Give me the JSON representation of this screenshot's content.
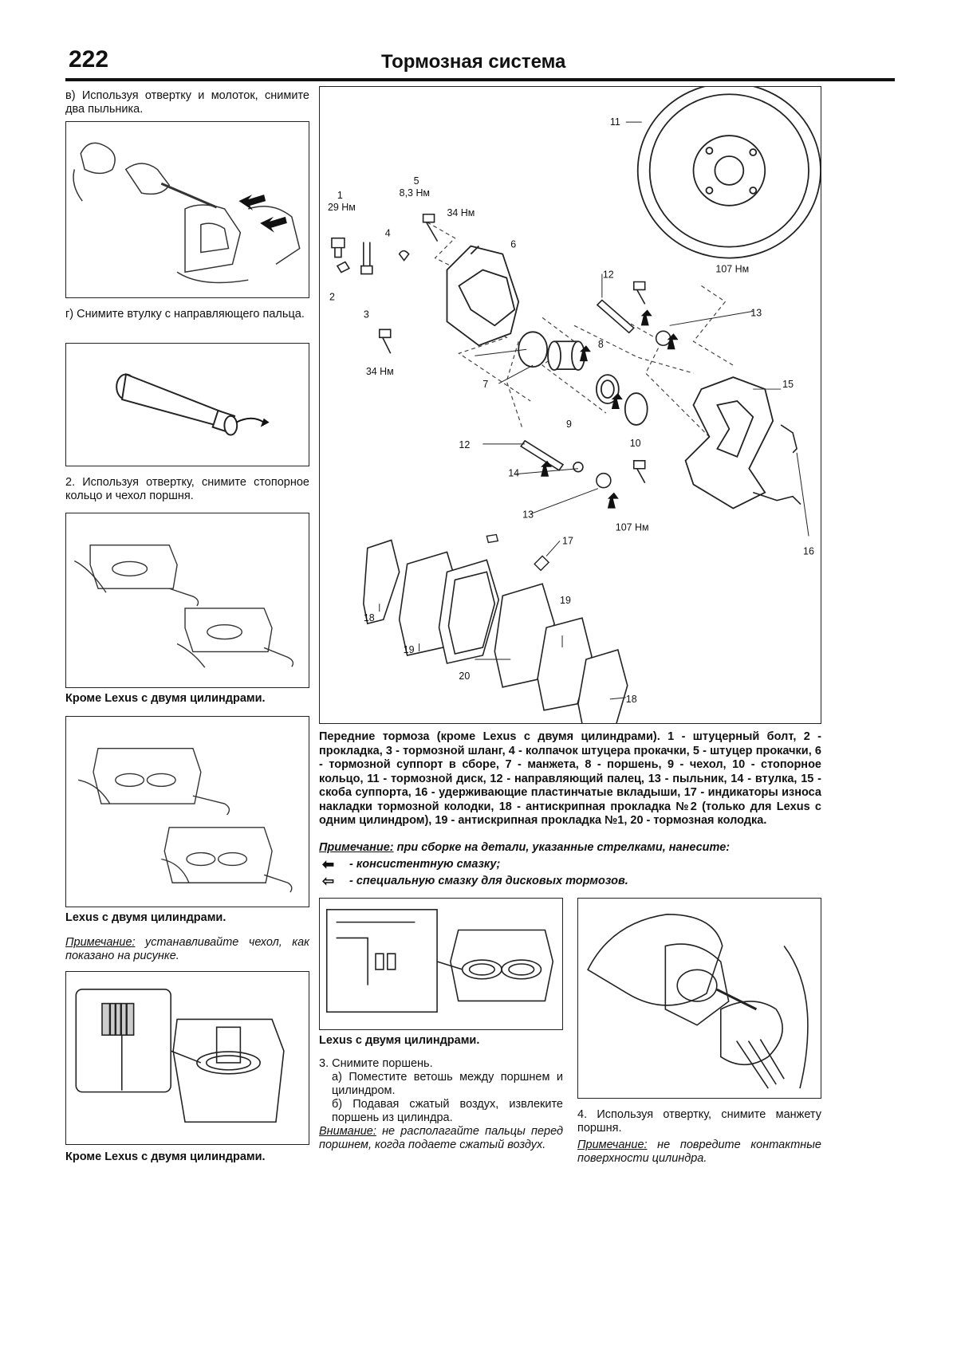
{
  "header": {
    "page_number": "222",
    "title": "Тормозная система"
  },
  "left": {
    "step_v": "в) Используя отвертку и молоток, снимите два пыльника.",
    "step_g": "г) Снимите втулку с направляющего пальца.",
    "step_2": "2. Используя отвертку, снимите стопорное кольцо и чехол поршня.",
    "caption_1": "Кроме Lexus с двумя цилиндрами.",
    "caption_2": "Lexus с двумя цилиндрами.",
    "note_label": "Примечание:",
    "note_text": " устанавливайте чехол, как показано на рисунке.",
    "caption_3": "Кроме Lexus с двумя цилиндрами."
  },
  "diagram": {
    "labels": {
      "n1": "1",
      "t1": "29 Нм",
      "n2": "2",
      "n3": "3",
      "n4": "4",
      "n5": "5",
      "t5": "8,3 Нм",
      "t5b": "34 Нм",
      "n6": "6",
      "t34": "34 Нм",
      "n7": "7",
      "n8": "8",
      "n9": "9",
      "n10": "10",
      "n11": "11",
      "n12a": "12",
      "n12b": "12",
      "t107a": "107 Нм",
      "n13a": "13",
      "n13b": "13",
      "n14": "14",
      "n15": "15",
      "n16": "16",
      "t107b": "107 Нм",
      "n17": "17",
      "n18a": "18",
      "n18b": "18",
      "n19a": "19",
      "n19b": "19",
      "n20": "20"
    },
    "caption": "Передние тормоза (кроме Lexus с двумя цилиндрами). 1 - штуцерный болт, 2 - прокладка, 3 - тормозной шланг, 4 - колпачок штуцера прокачки, 5 - штуцер прокачки, 6 - тормозной суппорт в сборе, 7 - манжета, 8 - поршень, 9 - чехол, 10 - стопорное кольцо, 11 - тормозной диск, 12 - направляющий палец, 13 - пыльник, 14 - втулка, 15 - скоба суппорта, 16 - удерживающие пластинчатые вкладыши, 17 - индикаторы износа накладки тормозной колодки, 18 - антискрипная прокладка №2 (только для Lexus с одним цилиндром), 19 - антискрипная прокладка №1, 20 - тормозная колодка.",
    "note_label": "Примечание:",
    "note_text": " при сборке на детали, указанные стрелками, нанесите:",
    "legend_filled": "- консистентную смазку;",
    "legend_hollow": "- специальную смазку для дисковых тормозов."
  },
  "middle": {
    "caption": "Lexus с двумя цилиндрами.",
    "step_3": "3. Снимите поршень.",
    "step_3a": "а) Поместите ветошь между поршнем и цилиндром.",
    "step_3b": "б) Подавая сжатый воздух, извлеките поршень из цилиндра.",
    "warn_label": "Внимание:",
    "warn_text": " не располагайте пальцы перед поршнем, когда подаете сжатый воздух."
  },
  "right": {
    "step_4": "4. Используя отвертку, снимите манжету поршня.",
    "note_label": "Примечание:",
    "note_text": " не повредите контактные поверхности цилиндра."
  }
}
